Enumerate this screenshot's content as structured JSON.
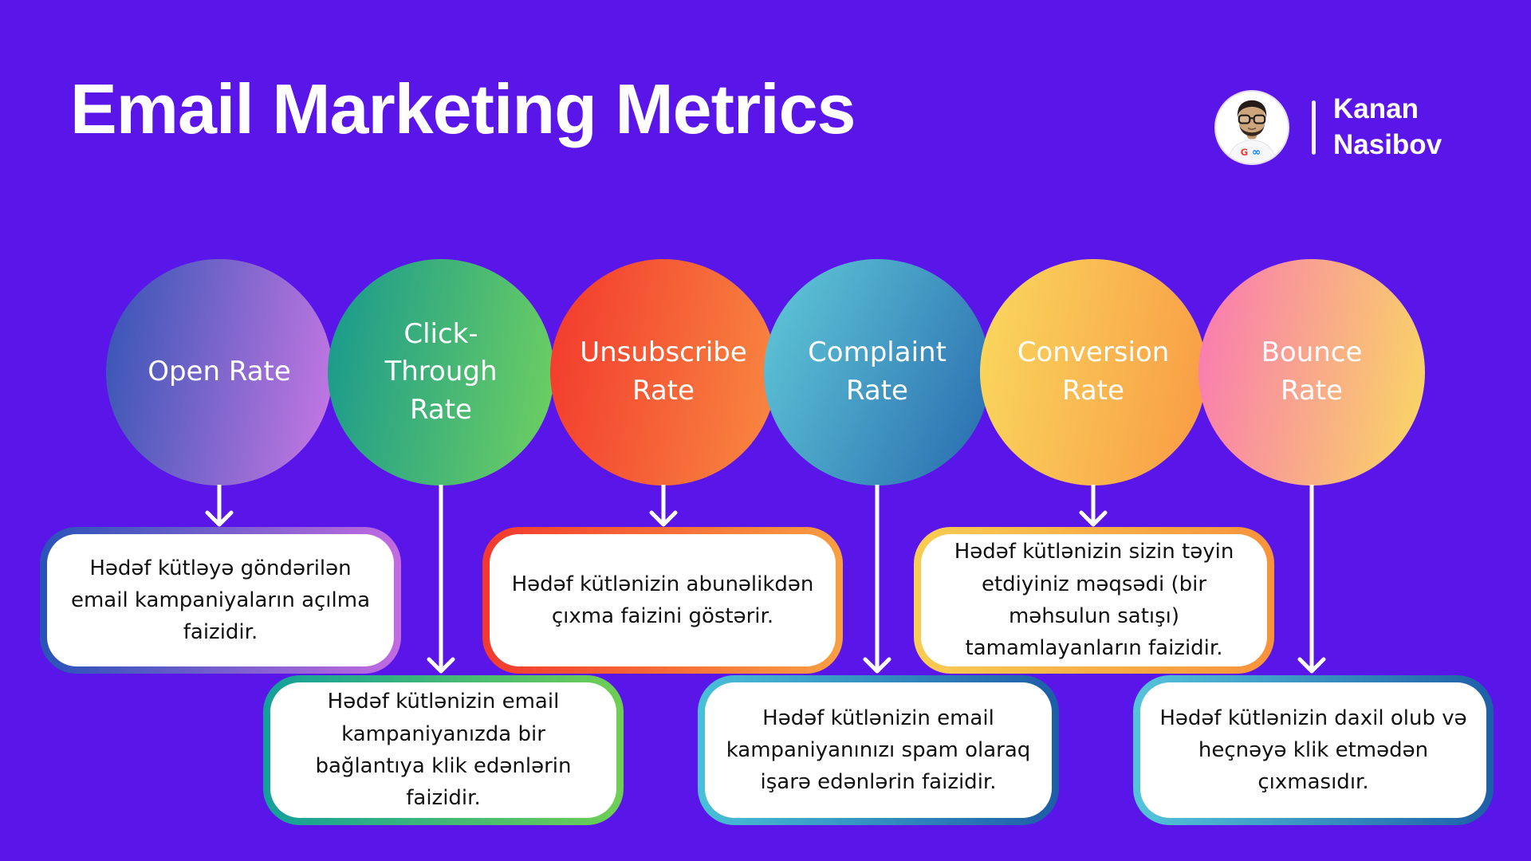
{
  "colors": {
    "background": "#5a16e8",
    "title_text": "#ffffff",
    "box_text": "#111111",
    "arrow": "#ffffff"
  },
  "header": {
    "title": "Email Marketing Metrics",
    "author_name": "Kanan\nNasibov",
    "avatar_badges": {
      "google": "G",
      "meta": "∞"
    }
  },
  "metrics": [
    {
      "id": "open-rate",
      "label": "Open Rate",
      "circle_gradient": [
        "#3355b4",
        "#c978e4"
      ],
      "box_border_gradient": [
        "#2853b8",
        "#c36ae2"
      ],
      "description": "Hədəf kütləyə göndərilən email kampaniyaların açılma faizidir."
    },
    {
      "id": "click-through-rate",
      "label": "Click-\nThrough\nRate",
      "circle_gradient": [
        "#17988f",
        "#70d160"
      ],
      "box_border_gradient": [
        "#13a09b",
        "#6fcf54"
      ],
      "description": "Hədəf kütlənizin email kampaniyanızda bir bağlantıya klik edənlərin faizidir."
    },
    {
      "id": "unsubscribe-rate",
      "label": "Unsubscribe\nRate",
      "circle_gradient": [
        "#f2382d",
        "#f98a41"
      ],
      "box_border_gradient": [
        "#f2392e",
        "#f99f43"
      ],
      "description": "Hədəf kütlənizin abunəlikdən çıxma faizini göstərir."
    },
    {
      "id": "complaint-rate",
      "label": "Complaint\nRate",
      "circle_gradient": [
        "#62cbd9",
        "#276aae"
      ],
      "box_border_gradient": [
        "#49c0d8",
        "#1e5ca8"
      ],
      "description": "Hədəf kütlənizin email kampaniyanınızı spam olaraq işarə edənlərin faizidir."
    },
    {
      "id": "conversion-rate",
      "label": "Conversion\nRate",
      "circle_gradient": [
        "#f9d85e",
        "#f99a44"
      ],
      "box_border_gradient": [
        "#f8cd53",
        "#f8923c"
      ],
      "description": "Hədəf kütlənizin sizin təyin etdiyiniz məqsədi (bir məhsulun satışı) tamamlayanların faizidir."
    },
    {
      "id": "bounce-rate",
      "label": "Bounce\nRate",
      "circle_gradient": [
        "#f978b4",
        "#f9d862"
      ],
      "box_border_gradient": [
        "#55c4da",
        "#1d5fa8"
      ],
      "description": "Hədəf kütlənizin daxil olub və heçnəyə klik etmədən çıxmasıdır."
    }
  ]
}
